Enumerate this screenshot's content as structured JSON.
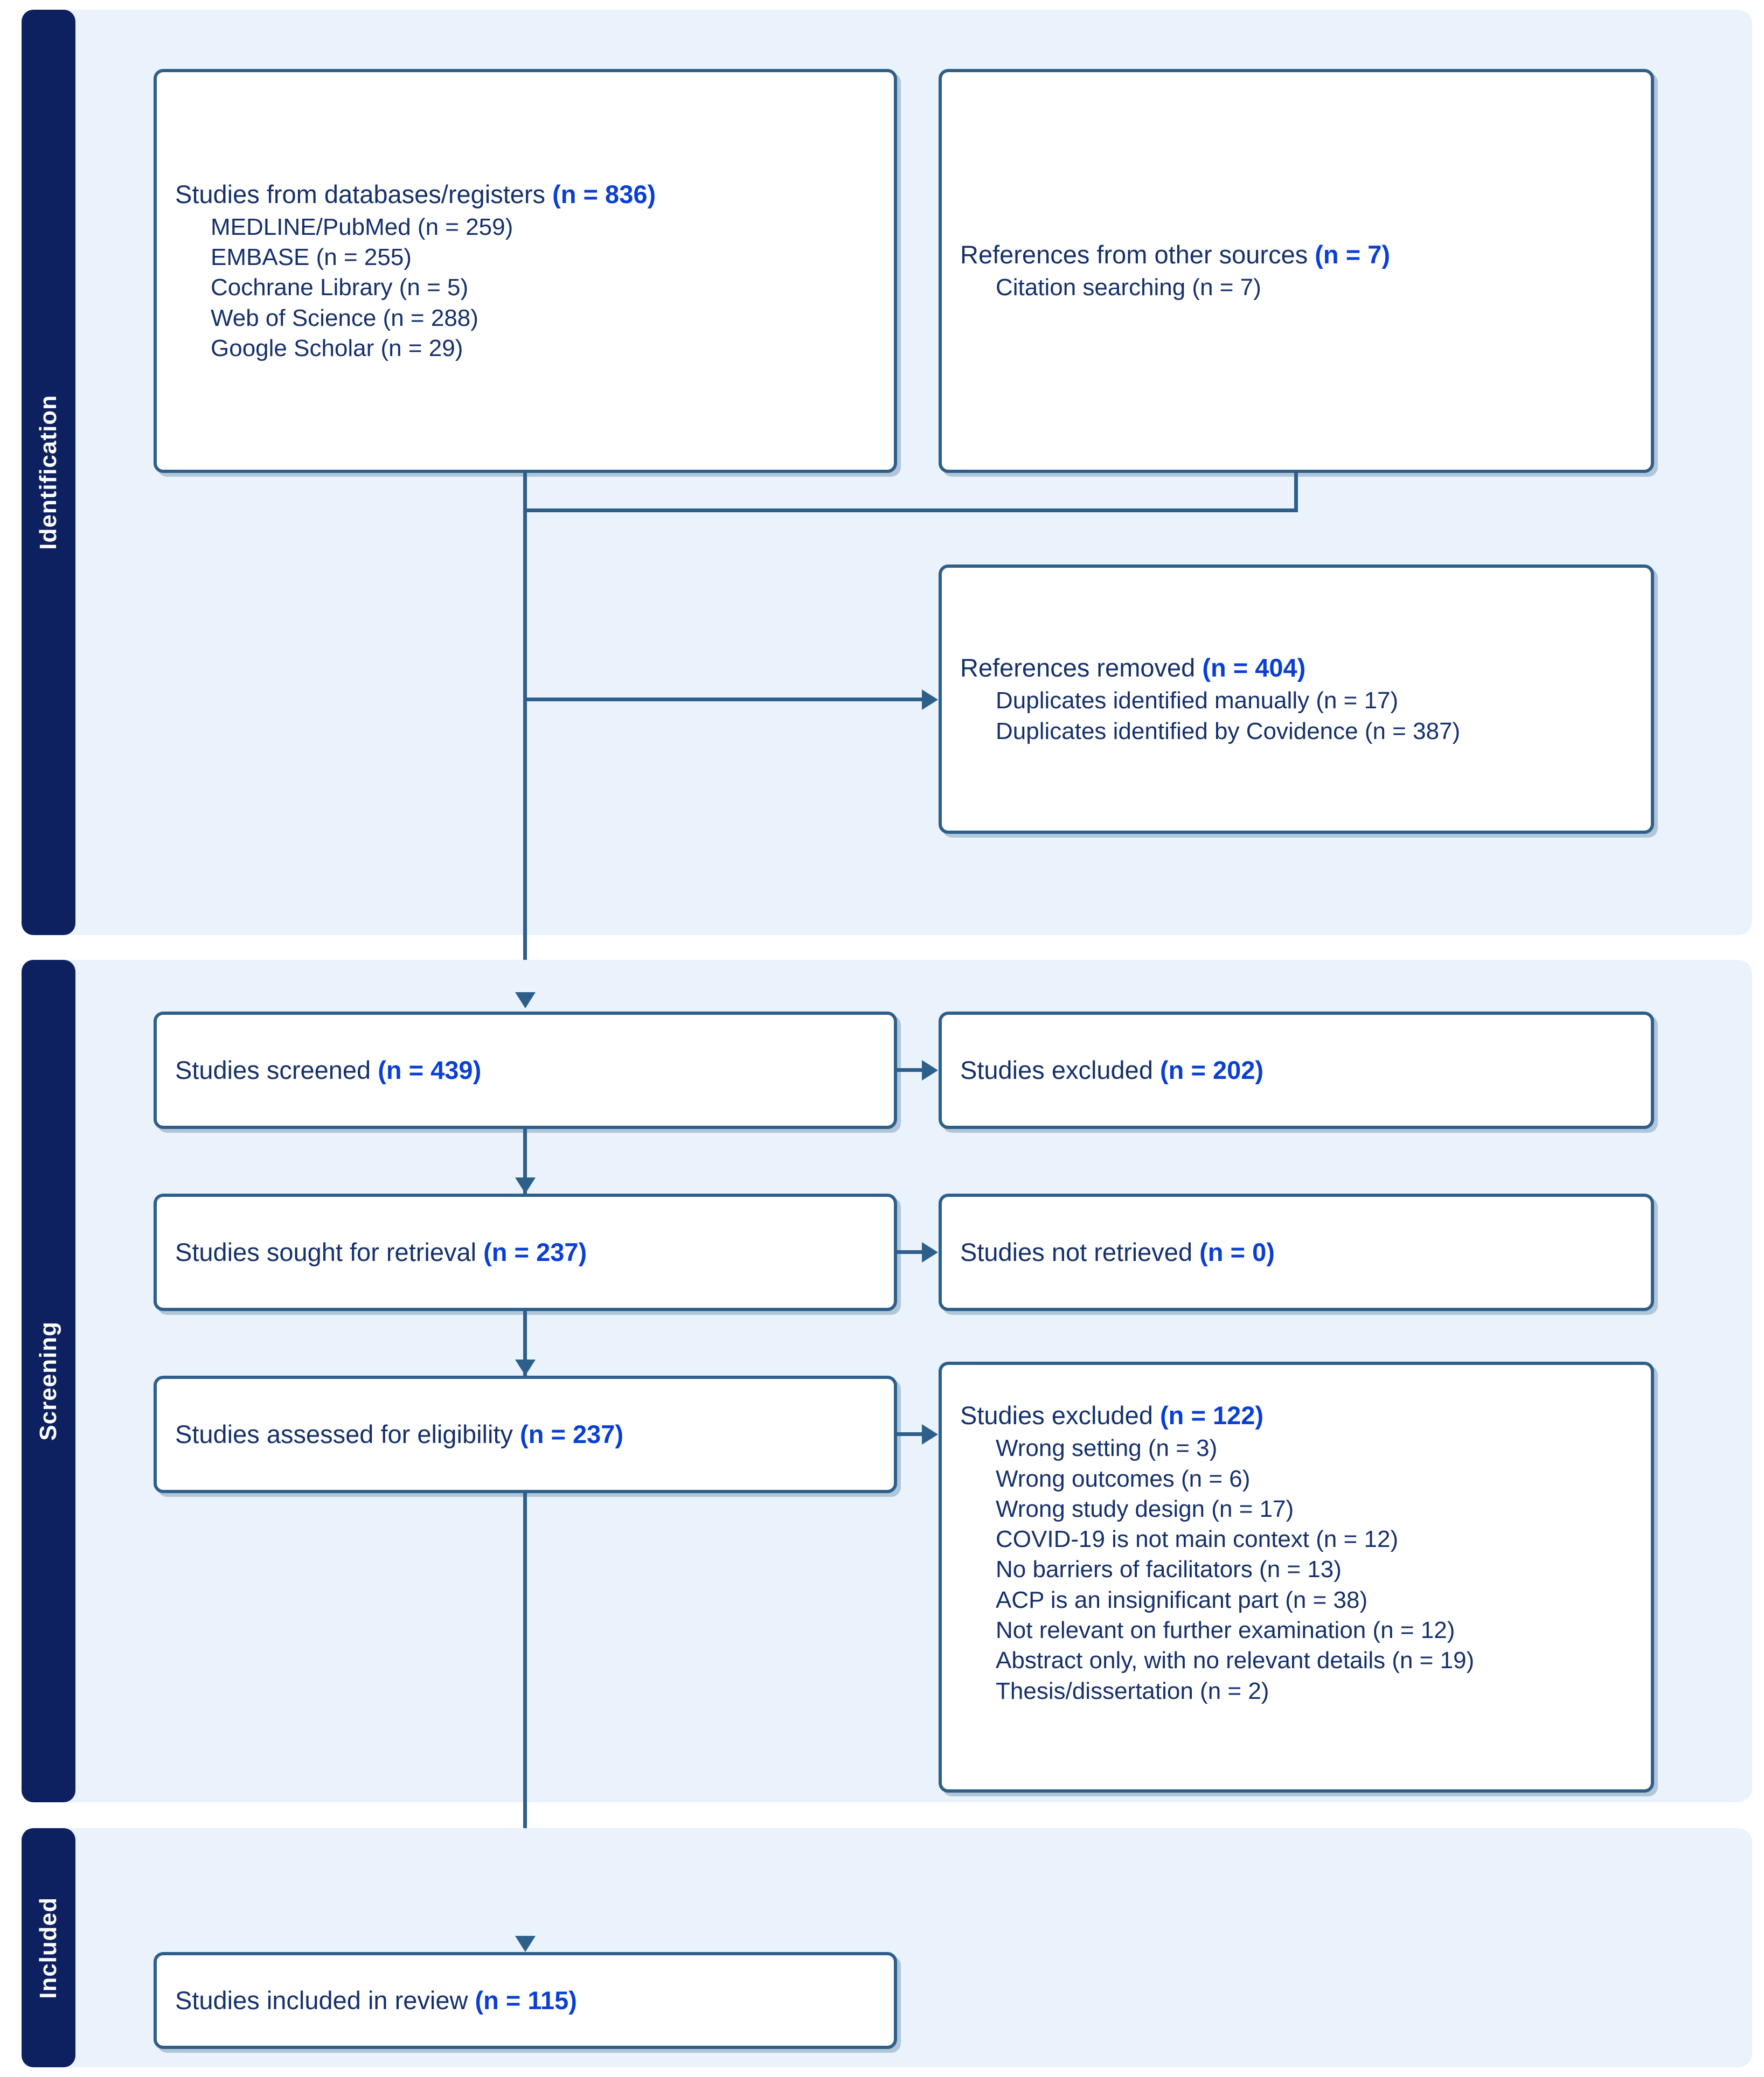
{
  "diagram": {
    "type": "prisma-flow-diagram",
    "colors": {
      "phase_sidebar_bg": "#0d2161",
      "phase_panel_bg": "#eaf2fb",
      "box_border": "#2e5f8a",
      "box_bg": "#ffffff",
      "text_primary": "#15306b",
      "count_accent": "#0a3fd4",
      "connector": "#2e5f8a"
    }
  },
  "phases": [
    {
      "id": "identification",
      "label": "Identification"
    },
    {
      "id": "screening",
      "label": "Screening"
    },
    {
      "id": "included",
      "label": "Included"
    }
  ],
  "nodes": {
    "databases": {
      "title_text": "Studies from databases/registers",
      "count": "(n = 836)",
      "items": [
        "MEDLINE/PubMed (n = 259)",
        "EMBASE (n = 255)",
        "Cochrane Library (n = 5)",
        "Web of Science (n = 288)",
        "Google Scholar (n = 29)"
      ]
    },
    "other_sources": {
      "title_text": "References from other sources",
      "count": "(n = 7)",
      "items": [
        "Citation searching (n = 7)"
      ]
    },
    "removed": {
      "title_text": "References removed",
      "count": "(n = 404)",
      "items": [
        "Duplicates identified manually (n = 17)",
        "Duplicates identified by Covidence (n = 387)"
      ]
    },
    "screened": {
      "title_text": "Studies screened",
      "count": "(n = 439)",
      "items": []
    },
    "excluded_screen": {
      "title_text": "Studies excluded",
      "count": "(n = 202)",
      "items": []
    },
    "sought": {
      "title_text": "Studies sought for retrieval",
      "count": "(n = 237)",
      "items": []
    },
    "not_retrieved": {
      "title_text": "Studies not retrieved",
      "count": "(n = 0)",
      "items": []
    },
    "assessed": {
      "title_text": "Studies assessed for eligibility",
      "count": "(n = 237)",
      "items": []
    },
    "excluded_eligibility": {
      "title_text": "Studies excluded",
      "count": "(n = 122)",
      "items": [
        "Wrong setting (n = 3)",
        "Wrong outcomes (n = 6)",
        "Wrong study design (n = 17)",
        "COVID-19 is not main context (n = 12)",
        "No barriers of facilitators (n = 13)",
        "ACP is an insignificant part (n = 38)",
        "Not relevant on further examination (n = 12)",
        "Abstract only, with no relevant details (n = 19)",
        "Thesis/dissertation (n = 2)"
      ]
    },
    "included": {
      "title_text": "Studies included in review",
      "count": "(n = 115)",
      "items": []
    }
  },
  "chart_data": {
    "type": "table",
    "title": "PRISMA 2020 flow diagram",
    "categories": [
      "Studies from databases/registers",
      "References from other sources",
      "References removed",
      "Studies screened",
      "Studies excluded (screening)",
      "Studies sought for retrieval",
      "Studies not retrieved",
      "Studies assessed for eligibility",
      "Studies excluded (eligibility)",
      "Studies included in review"
    ],
    "values": [
      836,
      7,
      404,
      439,
      202,
      237,
      0,
      237,
      122,
      115
    ],
    "breakdowns": {
      "Studies from databases/registers": {
        "MEDLINE/PubMed": 259,
        "EMBASE": 255,
        "Cochrane Library": 5,
        "Web of Science": 288,
        "Google Scholar": 29
      },
      "References from other sources": {
        "Citation searching": 7
      },
      "References removed": {
        "Duplicates identified manually": 17,
        "Duplicates identified by Covidence": 387
      },
      "Studies excluded (eligibility)": {
        "Wrong setting": 3,
        "Wrong outcomes": 6,
        "Wrong study design": 17,
        "COVID-19 is not main context": 12,
        "No barriers of facilitators": 13,
        "ACP is an insignificant part": 38,
        "Not relevant on further examination": 12,
        "Abstract only, with no relevant details": 19,
        "Thesis/dissertation": 2
      }
    },
    "xlabel": "",
    "ylabel": "",
    "legend": []
  }
}
